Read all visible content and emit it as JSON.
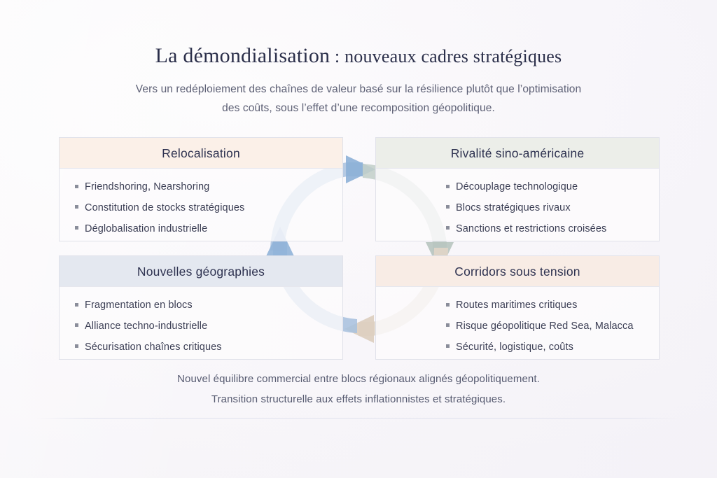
{
  "header": {
    "title_lead": "La démondialisation",
    "title_sep": " : ",
    "title_rest": "nouveaux cadres stratégiques",
    "subtitle_line1": "Vers un redéploiement des chaînes de valeur basé sur la résilience plutôt que l’optimisation",
    "subtitle_line2": "des coûts, sous l’effet d’une recomposition géopolitique."
  },
  "cards": [
    {
      "id": "relocalisation",
      "title": "Relocalisation",
      "header_color": "#fbf0e8",
      "bullets": [
        "Friendshoring, Nearshoring",
        "Constitution de stocks stratégiques",
        "Déglobalisation industrielle"
      ]
    },
    {
      "id": "rivalite-sino-americaine",
      "title": "Rivalité sino-américaine",
      "header_color": "#eceee9",
      "bullets": [
        "Découplage technologique",
        "Blocs stratégiques rivaux",
        "Sanctions et restrictions croisées"
      ]
    },
    {
      "id": "nouvelles-geographies",
      "title": "Nouvelles géographies",
      "header_color": "#e4e8f0",
      "bullets": [
        "Fragmentation en blocs",
        "Alliance techno-industrielle",
        "Sécurisation chaînes critiques"
      ]
    },
    {
      "id": "corridors-sous-tension",
      "title": "Corridors sous tension",
      "header_color": "#f8ece5",
      "bullets": [
        "Routes maritimes critiques",
        "Risque géopolitique Red Sea, Malacca",
        "Sécurité, logistique, coûts"
      ]
    }
  ],
  "cycle": {
    "description": "Cycle circulaire à quatre segments fléchés reliant les quatre cadres dans le sens horaire",
    "segments": [
      {
        "name": "relocalisation-to-rivalite",
        "from": "Relocalisation",
        "to": "Rivalité sino-américaine",
        "color": "#9cb8d9",
        "position": "top"
      },
      {
        "name": "rivalite-to-corridors",
        "from": "Rivalité sino-américaine",
        "to": "Corridors sous tension",
        "color": "#c3cfc9",
        "position": "right"
      },
      {
        "name": "corridors-to-nouvelles-geographies",
        "from": "Corridors sous tension",
        "to": "Nouvelles géographies",
        "color": "#e0d5c8",
        "position": "bottom"
      },
      {
        "name": "nouvelles-geographies-to-relocalisation",
        "from": "Nouvelles géographies",
        "to": "Relocalisation",
        "color": "#a9c2de",
        "position": "left"
      }
    ]
  },
  "footer": {
    "line1": "Nouvel équilibre commercial entre blocs régionaux alignés géopolitiquement.",
    "line2": "Transition structurelle aux effets inflationnistes et stratégiques."
  },
  "theme": {
    "background": "#faf8fb",
    "title_color": "#2b2f4a",
    "body_text_color": "#3c3f55",
    "muted_text_color": "#5d6075",
    "card_border": "#e1e2ea",
    "bullet_color": "#8a8d9a",
    "divider_color": "#dfe1ee"
  }
}
